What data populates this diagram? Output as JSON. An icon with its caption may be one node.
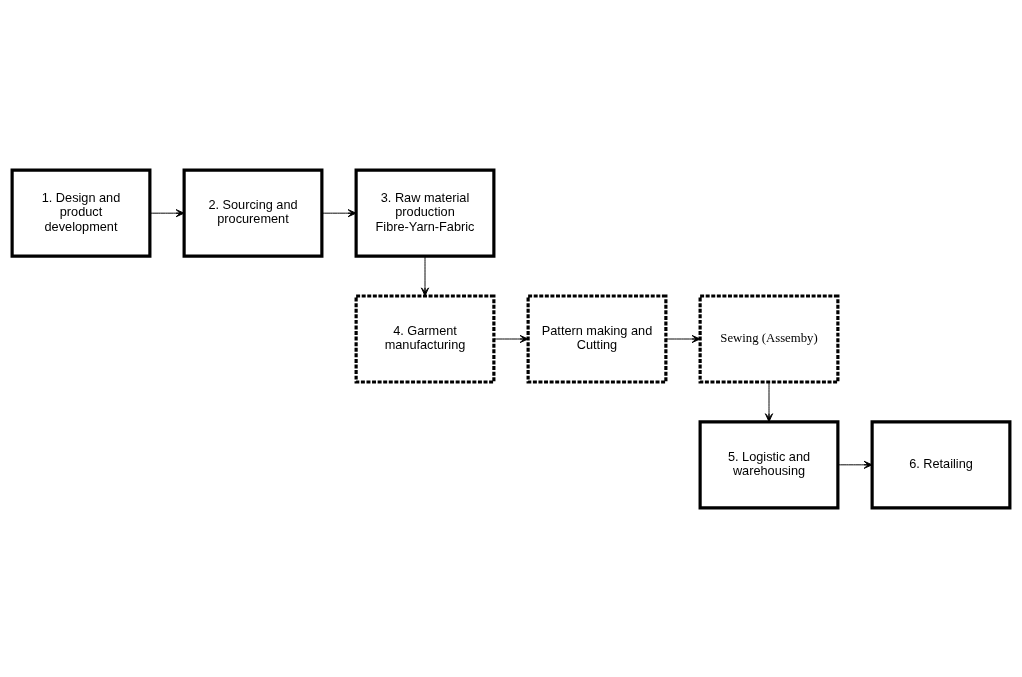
{
  "diagram": {
    "nodes": [
      {
        "text": [
          "1. Design and product development"
        ]
      },
      {
        "text": [
          "2. Sourcing and procurement"
        ]
      },
      {
        "text": [
          "3. Raw material production",
          "Fibre-Yarn-Fabric"
        ]
      },
      {
        "text": [
          "4. Garment manufacturing"
        ]
      },
      {
        "text": [
          "Pattern making and Cutting"
        ]
      },
      {
        "text": [
          "Sewing (Assemby)"
        ]
      },
      {
        "text": [
          "5. Logistic and warehousing"
        ]
      },
      {
        "text": [
          "6. Retailing"
        ]
      }
    ],
    "edges": [
      {
        "from": 0,
        "to": 1,
        "arrow": "to"
      },
      {
        "from": 1,
        "to": 2,
        "arrow": "to"
      },
      {
        "from": 2,
        "to": 3,
        "arrow": "to"
      },
      {
        "from": 3,
        "to": 4,
        "arrow": "to"
      },
      {
        "from": 4,
        "to": 5,
        "arrow": "to"
      },
      {
        "from": 5,
        "to": 6,
        "arrow": "to"
      },
      {
        "from": 6,
        "to": 7,
        "arrow": "to"
      }
    ]
  }
}
